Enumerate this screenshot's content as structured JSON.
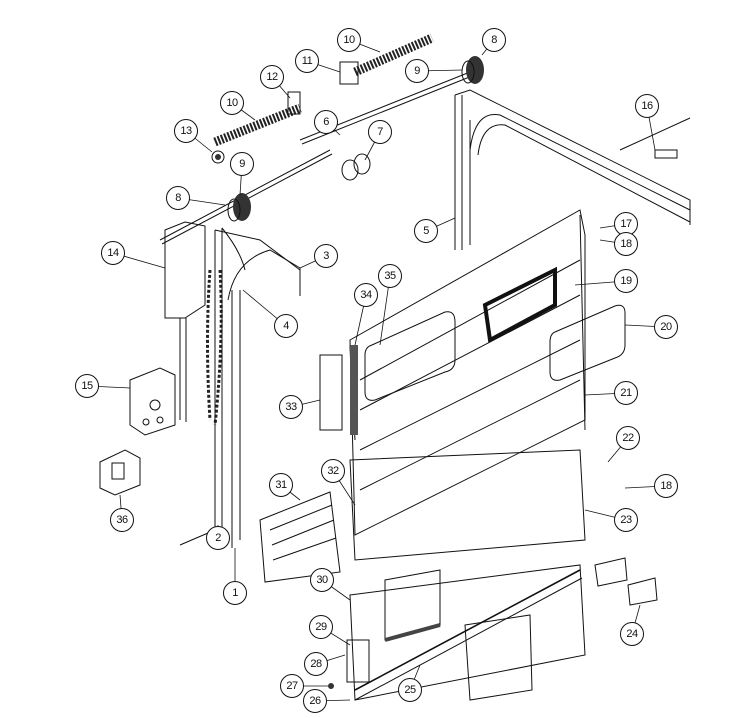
{
  "diagram": {
    "title": "Sectional garage door exploded parts view"
  },
  "callouts": [
    "10",
    "8",
    "9",
    "11",
    "12",
    "10",
    "6",
    "7",
    "13",
    "16",
    "9",
    "8",
    "17",
    "18",
    "5",
    "3",
    "14",
    "35",
    "34",
    "19",
    "4",
    "20",
    "15",
    "21",
    "33",
    "22",
    "18",
    "32",
    "31",
    "23",
    "36",
    "2",
    "1",
    "30",
    "24",
    "29",
    "28",
    "27",
    "25",
    "26"
  ]
}
